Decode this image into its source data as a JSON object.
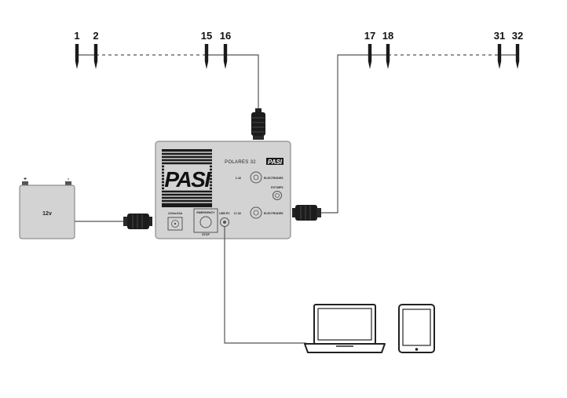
{
  "electrodes": {
    "left_group": [
      "1",
      "2",
      "15",
      "16"
    ],
    "right_group": [
      "17",
      "18",
      "31",
      "32"
    ]
  },
  "device": {
    "brand": "PASI",
    "model": "POLARES 32",
    "range_top": "1-16",
    "range_bottom": "17-32",
    "electrodes_label_top": "ELECTRODES",
    "electrodes_label_bottom": "ELECTRODES",
    "ext_label": "EXT.MPX",
    "power_label": "12Vdc/10A",
    "emergency_label": "EMERGENCY",
    "stop_label": "STOP",
    "usb_label": "USB PC"
  },
  "battery": {
    "label": "12v",
    "plus": "+",
    "minus": "-"
  },
  "icons": [
    "laptop-icon",
    "tablet-icon",
    "battery-icon",
    "electrode-stake-icon",
    "cable-plug-icon"
  ]
}
